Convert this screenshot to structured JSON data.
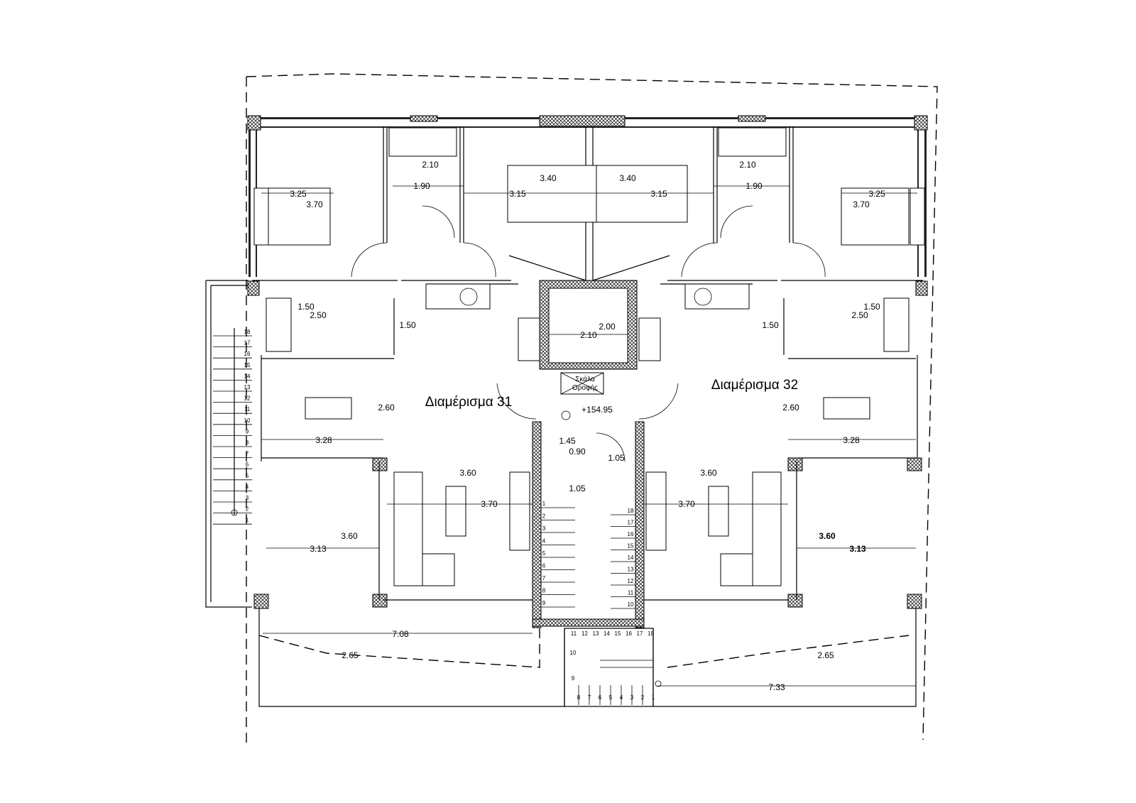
{
  "apartments": [
    {
      "label": "Διαμέρισμα 31"
    },
    {
      "label": "Διαμέρισμα 32"
    }
  ],
  "roof_stair": {
    "line1": "Σκάλα",
    "line2": "Οροφής"
  },
  "level": "+154.95",
  "dims": {
    "bed_l_w": "3.25",
    "bed_l_h": "3.70",
    "bath_l_a": "2.10",
    "bath_l_b": "1.90",
    "bed_cl_h": "3.40",
    "bed_cl_w": "3.15",
    "bed_cr_h": "3.40",
    "bed_cr_w": "3.15",
    "bath_r_a": "2.10",
    "bath_r_b": "1.90",
    "bed_r_w": "3.25",
    "bed_r_h": "3.70",
    "wc_l_a": "1.50",
    "wc_l_b": "2.50",
    "wc_l_c": "1.50",
    "lift_w": "2.10",
    "lift_h": "2.00",
    "wc_r_a": "1.50",
    "wc_r_b": "2.50",
    "wc_r_c": "1.50",
    "din_l_h": "2.60",
    "din_l_w": "3.28",
    "din_r_h": "2.60",
    "din_r_w": "3.28",
    "hall_a": "1.45",
    "hall_b": "0.90",
    "hall_c": "1.05",
    "hall_d": "1.05",
    "liv_l_a": "3.60",
    "liv_l_b": "3.70",
    "liv_r_a": "3.60",
    "liv_r_b": "3.70",
    "ver_l_h": "3.60",
    "ver_l_w": "3.13",
    "ver_r_h": "3.60",
    "ver_r_w": "3.13",
    "bal_l_w": "7.08",
    "bal_l_d": "2.65",
    "bal_r_w": "7.33",
    "bal_r_d": "2.65"
  },
  "stair_left_numbers": [
    "18",
    "17",
    "16",
    "15",
    "14",
    "13",
    "12",
    "11",
    "10",
    "9",
    "8",
    "7",
    "6",
    "5",
    "4",
    "3",
    "2",
    "1"
  ],
  "stair_core_left": [
    "1",
    "2",
    "3",
    "4",
    "5",
    "6",
    "7",
    "8",
    "9"
  ],
  "stair_core_right": [
    "18",
    "17",
    "16",
    "15",
    "14",
    "13",
    "12",
    "11",
    "10"
  ],
  "stair_bottom_top": [
    "11",
    "12",
    "13",
    "14",
    "15",
    "16",
    "17",
    "18"
  ],
  "stair_bottom_side": [
    "10",
    "9"
  ],
  "stair_bottom_base": [
    "8",
    "7",
    "6",
    "5",
    "4",
    "3",
    "2",
    "1"
  ]
}
